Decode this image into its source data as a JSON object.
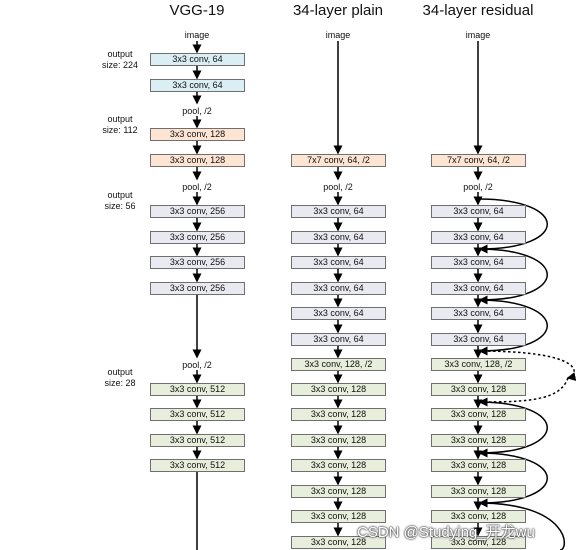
{
  "columns": {
    "vgg": "VGG-19",
    "plain": "34-layer plain",
    "residual": "34-layer residual"
  },
  "labels": {
    "image": "image",
    "pool_2": "pool, /2",
    "output_224": "output\nsize: 224",
    "output_112": "output\nsize: 112",
    "output_56": "output\nsize: 56",
    "output_28": "output\nsize: 28"
  },
  "vgg_layers": {
    "c64a": "3x3 conv, 64",
    "c64b": "3x3 conv, 64",
    "c128a": "3x3 conv, 128",
    "c128b": "3x3 conv, 128",
    "c256a": "3x3 conv, 256",
    "c256b": "3x3 conv, 256",
    "c256c": "3x3 conv, 256",
    "c256d": "3x3 conv, 256",
    "c512a": "3x3 conv, 512",
    "c512b": "3x3 conv, 512",
    "c512c": "3x3 conv, 512",
    "c512d": "3x3 conv, 512"
  },
  "net_layers": [
    "7x7 conv, 64, /2",
    "3x3 conv, 64",
    "3x3 conv, 64",
    "3x3 conv, 64",
    "3x3 conv, 64",
    "3x3 conv, 64",
    "3x3 conv, 64",
    "3x3 conv, 128, /2",
    "3x3 conv, 128",
    "3x3 conv, 128",
    "3x3 conv, 128",
    "3x3 conv, 128",
    "3x3 conv, 128",
    "3x3 conv, 128",
    "3x3 conv, 128"
  ],
  "watermark": "CSDN @Studying_开龙wu",
  "colors": {
    "conv64_vgg": "#dbeef3",
    "conv128_vgg": "#fde4d3",
    "conv7x7": "#fde4d3",
    "conv64": "#e9e9f1",
    "conv128": "#e7eedb"
  }
}
